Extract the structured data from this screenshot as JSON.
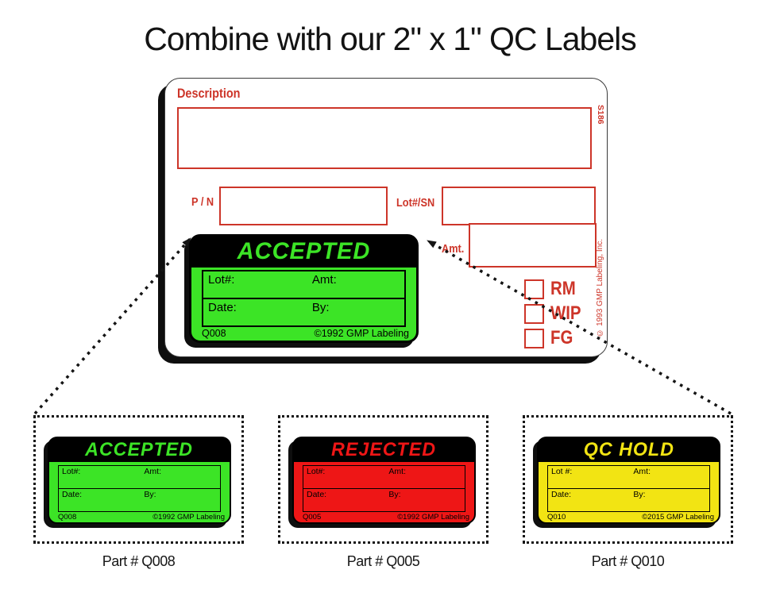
{
  "title": "Combine with our 2\" x 1\" QC Labels",
  "form": {
    "description_label": "Description",
    "form_number": "S186",
    "pn_label": "P / N",
    "lot_sn_label": "Lot#/SN",
    "amt_label": "Amt.",
    "checkbox_labels": [
      "RM",
      "WIP",
      "FG"
    ],
    "copyright": "© 1993 GMP Labeling, Inc.",
    "ink_color": "#cd3529"
  },
  "qc_labels": [
    {
      "title": "ACCEPTED",
      "color": "#3ce426",
      "lot_label": "Lot#:",
      "amt_label": "Amt:",
      "date_label": "Date:",
      "by_label": "By:",
      "part_number": "Q008",
      "copyright": "©1992 GMP Labeling",
      "caption": "Part # Q008"
    },
    {
      "title": "REJECTED",
      "color": "#ee1616",
      "lot_label": "Lot#:",
      "amt_label": "Amt:",
      "date_label": "Date:",
      "by_label": "By:",
      "part_number": "Q005",
      "copyright": "©1992 GMP Labeling",
      "caption": "Part # Q005"
    },
    {
      "title": "QC HOLD",
      "color": "#f2e413",
      "lot_label": "Lot #:",
      "amt_label": "Amt:",
      "date_label": "Date:",
      "by_label": "By:",
      "part_number": "Q010",
      "copyright": "©2015 GMP Labeling",
      "caption": "Part # Q010"
    }
  ]
}
